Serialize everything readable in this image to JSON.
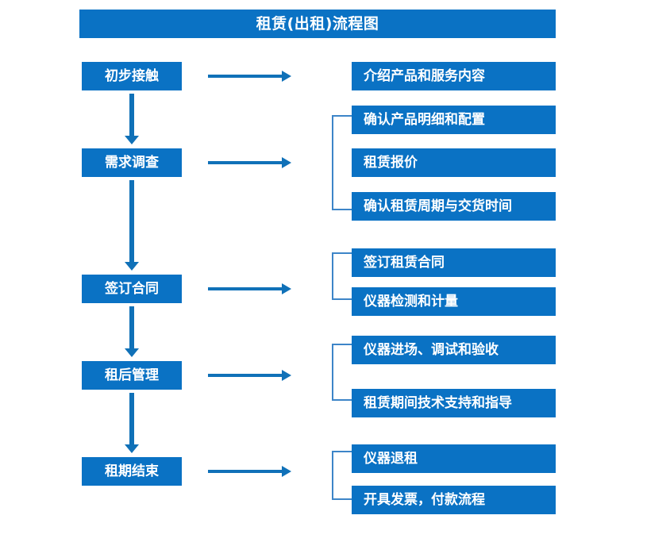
{
  "chart_data": {
    "type": "diagram",
    "title": "租赁(出租)流程图",
    "diagram_kind": "flowchart",
    "orientation": "vertical-with-branches",
    "accent_color": "#0a72c4",
    "bracket_color": "#3d85c8",
    "arrow_color": "#1071b8",
    "stages": [
      {
        "label": "初步接触",
        "details": [
          "介绍产品和服务内容"
        ]
      },
      {
        "label": "需求调查",
        "details": [
          "确认产品明细和配置",
          "租赁报价",
          "确认租赁周期与交货时间"
        ]
      },
      {
        "label": "签订合同",
        "details": [
          "签订租赁合同",
          "仪器检测和计量"
        ]
      },
      {
        "label": "租后管理",
        "details": [
          "仪器进场、调试和验收",
          "租赁期间技术支持和指导"
        ]
      },
      {
        "label": "租期结束",
        "details": [
          "仪器退租",
          "开具发票，付款流程"
        ]
      }
    ]
  },
  "header": {
    "title": "租赁(出租)流程图"
  },
  "stages": [
    {
      "label": "初步接触"
    },
    {
      "label": "需求调查"
    },
    {
      "label": "签订合同"
    },
    {
      "label": "租后管理"
    },
    {
      "label": "租期结束"
    }
  ],
  "details": {
    "g1": [
      {
        "label": "介绍产品和服务内容"
      }
    ],
    "g2": [
      {
        "label": "确认产品明细和配置"
      },
      {
        "label": "租赁报价"
      },
      {
        "label": "确认租赁周期与交货时间"
      }
    ],
    "g3": [
      {
        "label": "签订租赁合同"
      },
      {
        "label": "仪器检测和计量"
      }
    ],
    "g4": [
      {
        "label": "仪器进场、调试和验收"
      },
      {
        "label": "租赁期间技术支持和指导"
      }
    ],
    "g5": [
      {
        "label": "仪器退租"
      },
      {
        "label": "开具发票，付款流程"
      }
    ]
  }
}
